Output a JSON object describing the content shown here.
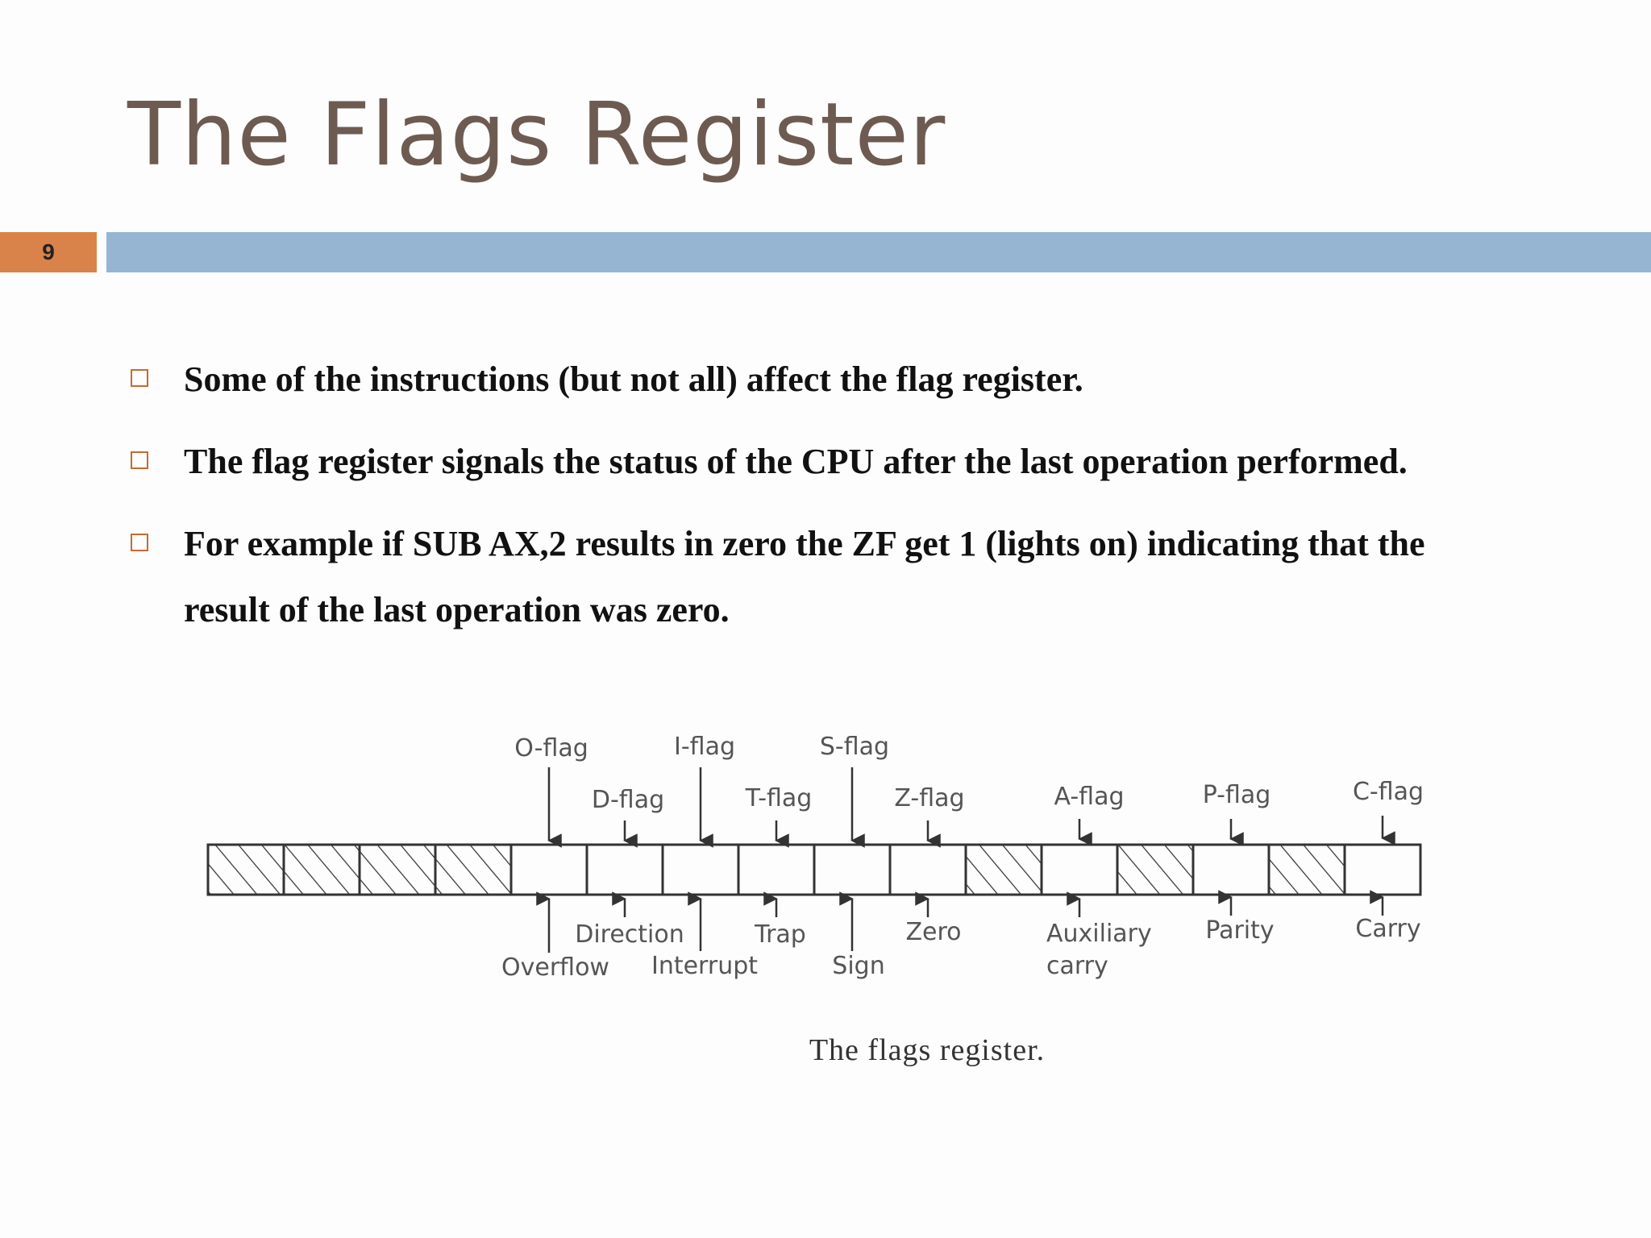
{
  "slide": {
    "title": "The Flags Register",
    "number": "9"
  },
  "bullets": [
    "Some of the instructions (but not all) affect the flag register.",
    "The flag register signals the status of the CPU after the last operation performed.",
    "For example if SUB AX,2 results in zero the ZF get 1 (lights on) indicating that the result of the last operation was zero."
  ],
  "diagram": {
    "top_labels": {
      "o": "O-flag",
      "d": "D-flag",
      "i": "I-flag",
      "t": "T-flag",
      "s": "S-flag",
      "z": "Z-flag",
      "a": "A-flag",
      "p": "P-flag",
      "c": "C-flag"
    },
    "bottom_labels": {
      "overflow": "Overflow",
      "direction": "Direction",
      "interrupt": "Interrupt",
      "trap": "Trap",
      "sign": "Sign",
      "zero": "Zero",
      "auxiliary_1": "Auxiliary",
      "auxiliary_2": "carry",
      "parity": "Parity",
      "carry": "Carry"
    },
    "caption": "The flags register."
  },
  "colors": {
    "title": "#6d5b52",
    "accent_orange": "#d9824a",
    "accent_blue": "#95b5d3"
  }
}
